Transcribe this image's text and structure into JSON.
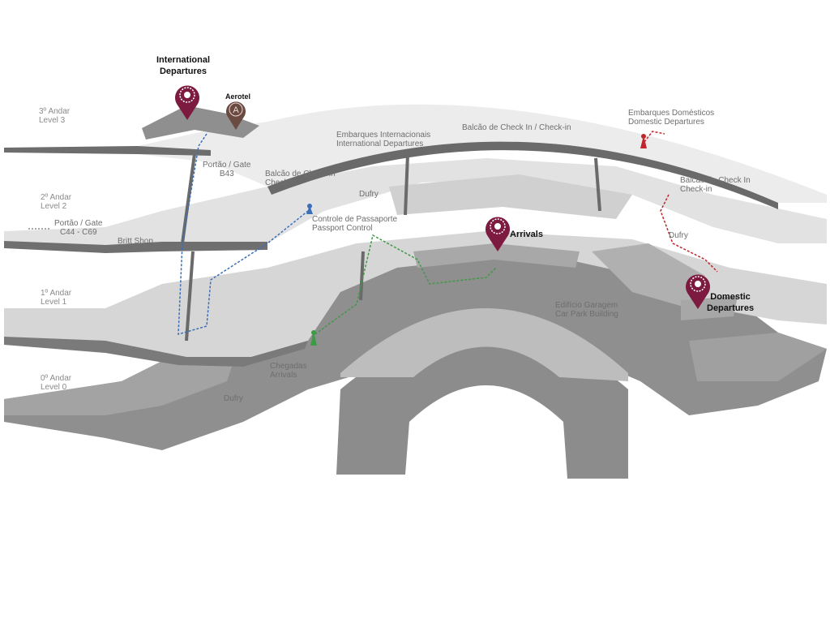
{
  "levels": [
    {
      "pt": "3º Andar",
      "en": "Level 3"
    },
    {
      "pt": "2º Andar",
      "en": "Level 2"
    },
    {
      "pt": "1º Andar",
      "en": "Level 1"
    },
    {
      "pt": "0º Andar",
      "en": "Level 0"
    }
  ],
  "poi": {
    "intl_departures": [
      "International",
      "Departures"
    ],
    "aerotel": "Aerotel",
    "aerotel_letter": "A",
    "arrivals": "Arrivals",
    "domestic_departures": [
      "Domestic",
      "Departures"
    ]
  },
  "labels": {
    "gate_b43": [
      "Portão / Gate",
      "B43"
    ],
    "gate_c44": [
      "Portão / Gate",
      "C44 - C69"
    ],
    "britt_shop": "Britt Shop",
    "checkin_left": [
      "Balcão de Check In",
      "Check-in"
    ],
    "intl_embark": [
      "Embarques Internacionais",
      "International Departures"
    ],
    "checkin_top": "Balcão de Check In / Check-in",
    "dom_embark": [
      "Embarques Domésticos",
      "Domestic Departures"
    ],
    "checkin_right": [
      "Balcão de Check In",
      "Check-in"
    ],
    "dufry_l2": "Dufry",
    "dufry_right": "Dufry",
    "passport": [
      "Controle de Passaporte",
      "Passport Control"
    ],
    "car_park": [
      "Edifício Garagem",
      "Car Park Building"
    ],
    "chegadas": [
      "Chegadas",
      "Arrivals"
    ],
    "dufry_l0": "Dufry"
  },
  "colors": {
    "pin": "#7d1a3f",
    "aerotel_pin": "#6b4a42",
    "route_blue": "#3b6fb8",
    "route_green": "#3f9a45",
    "route_red": "#c0262c"
  }
}
